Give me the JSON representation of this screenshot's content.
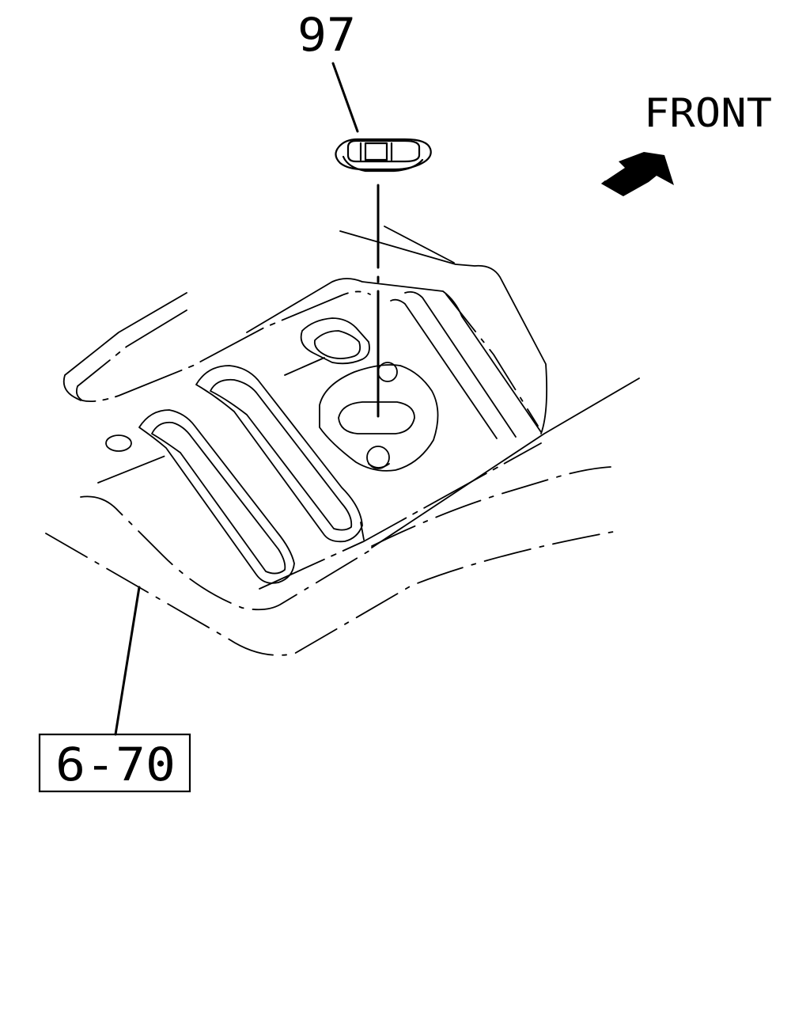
{
  "callouts": {
    "part_number": "97",
    "front_label": "FRONT",
    "reference": "6-70"
  },
  "icons": {
    "direction_arrow": "front-arrow-icon",
    "grommet": "grommet-icon"
  },
  "colors": {
    "line": "#000000",
    "background": "#ffffff"
  }
}
